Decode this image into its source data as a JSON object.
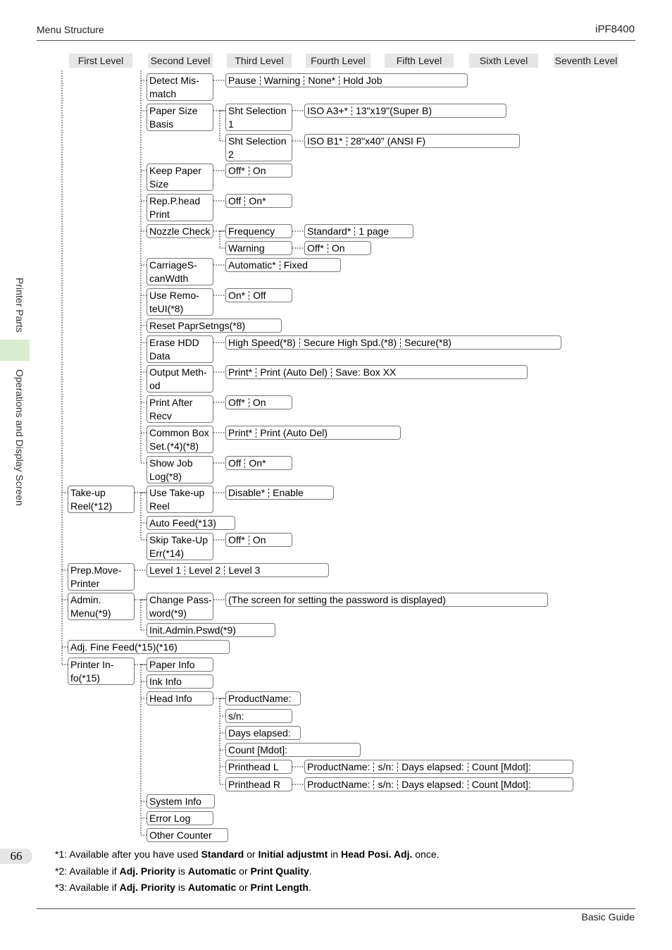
{
  "header": {
    "section": "Menu Structure",
    "model": "iPF8400"
  },
  "footer": {
    "page": "66",
    "guide": "Basic Guide"
  },
  "sidebar": {
    "printer_parts": "Printer Parts",
    "operations": "Operations and Display Screen"
  },
  "levels": [
    "First Level",
    "Second Level",
    "Third Level",
    "Fourth Level",
    "Fifth Level",
    "Sixth Level",
    "Seventh Level"
  ],
  "nodes": {
    "detect_mismatch": [
      "Detect Mis-",
      "match"
    ],
    "detect_mismatch_opts": [
      "Pause",
      "Warning",
      "None*",
      "Hold Job"
    ],
    "paper_size_basis": [
      "Paper Size",
      "Basis"
    ],
    "sht_sel_1": [
      "Sht Selection",
      "1"
    ],
    "sht_sel_1_opts": [
      "ISO A3+*",
      "13\"x19\"(Super B)"
    ],
    "sht_sel_2": [
      "Sht Selection",
      "2"
    ],
    "sht_sel_2_opts": [
      "ISO B1*",
      "28\"x40\" (ANSI F)"
    ],
    "keep_paper_size": [
      "Keep Paper",
      "Size"
    ],
    "keep_paper_size_opts": [
      "Off*",
      "On"
    ],
    "rep_phead": [
      "Rep.P.head",
      "Print"
    ],
    "rep_phead_opts": [
      "Off",
      "On*"
    ],
    "nozzle_check": [
      "Nozzle Check"
    ],
    "frequency": [
      "Frequency"
    ],
    "frequency_opts": [
      "Standard*",
      "1 page"
    ],
    "warning": [
      "Warning"
    ],
    "warning_opts": [
      "Off*",
      "On"
    ],
    "carriage": [
      "CarriageS-",
      "canWdth"
    ],
    "carriage_opts": [
      "Automatic*",
      "Fixed"
    ],
    "use_remote": [
      "Use Remo-",
      "teUI(*8)"
    ],
    "use_remote_opts": [
      "On*",
      "Off"
    ],
    "reset_papr": [
      "Reset PaprSetngs(*8)"
    ],
    "erase_hdd": [
      "Erase HDD",
      "Data"
    ],
    "erase_hdd_opts": [
      "High Speed(*8)",
      "Secure High Spd.(*8)",
      "Secure(*8)"
    ],
    "output_method": [
      "Output Meth-",
      "od"
    ],
    "output_method_opts": [
      "Print*",
      "Print (Auto Del)",
      "Save: Box XX"
    ],
    "print_after": [
      "Print After",
      "Recv"
    ],
    "print_after_opts": [
      "Off*",
      "On"
    ],
    "common_box": [
      "Common Box",
      "Set.(*4)(*8)"
    ],
    "common_box_opts": [
      "Print*",
      "Print (Auto Del)"
    ],
    "show_job_log": [
      "Show Job",
      "Log(*8)"
    ],
    "show_job_log_opts": [
      "Off",
      "On*"
    ],
    "take_up": [
      "Take-up",
      "Reel(*12)"
    ],
    "use_take_up": [
      "Use Take-up",
      "Reel"
    ],
    "use_take_up_opts": [
      "Disable*",
      "Enable"
    ],
    "auto_feed": [
      "Auto Feed(*13)"
    ],
    "skip_take_up": [
      "Skip Take-Up",
      "Err(*14)"
    ],
    "skip_take_up_opts": [
      "Off*",
      "On"
    ],
    "prep_move": [
      "Prep.Move-",
      "Printer"
    ],
    "prep_move_opts": [
      "Level 1",
      "Level 2",
      "Level 3"
    ],
    "admin_menu": [
      "Admin.",
      "Menu(*9)"
    ],
    "change_pass": [
      "Change Pass-",
      "word(*9)"
    ],
    "change_pass_opts": [
      "(The screen for setting the password is displayed)"
    ],
    "init_admin": [
      "Init.Admin.Pswd(*9)"
    ],
    "adj_fine_feed": [
      "Adj. Fine Feed(*15)(*16)"
    ],
    "printer_info": [
      "Printer In-",
      "fo(*15)"
    ],
    "paper_info": [
      "Paper Info"
    ],
    "ink_info": [
      "Ink Info"
    ],
    "head_info": [
      "Head Info"
    ],
    "product_name": [
      "ProductName:"
    ],
    "sn": [
      "s/n:"
    ],
    "days_elapsed": [
      "Days elapsed:"
    ],
    "count_mdot": [
      "Count [Mdot]:"
    ],
    "printhead_l": [
      "Printhead L"
    ],
    "printhead_l_opts": [
      "ProductName:",
      "s/n:",
      "Days elapsed:",
      "Count [Mdot]:"
    ],
    "printhead_r": [
      "Printhead R"
    ],
    "printhead_r_opts": [
      "ProductName:",
      "s/n:",
      "Days elapsed:",
      "Count [Mdot]:"
    ],
    "system_info": [
      "System Info"
    ],
    "error_log": [
      "Error Log"
    ],
    "other_counter": [
      "Other Counter"
    ]
  },
  "footnotes": [
    [
      [
        "*1: Available after you have used ",
        false
      ],
      [
        "Standard",
        true
      ],
      [
        " or ",
        false
      ],
      [
        "Initial adjustmt",
        true
      ],
      [
        " in ",
        false
      ],
      [
        "Head Posi. Adj.",
        true
      ],
      [
        " once.",
        false
      ]
    ],
    [
      [
        "*2: Available if ",
        false
      ],
      [
        "Adj. Priority",
        true
      ],
      [
        " is ",
        false
      ],
      [
        "Automatic",
        true
      ],
      [
        " or ",
        false
      ],
      [
        "Print Quality",
        true
      ],
      [
        ".",
        false
      ]
    ],
    [
      [
        "*3: Available if ",
        false
      ],
      [
        "Adj. Priority",
        true
      ],
      [
        " is ",
        false
      ],
      [
        "Automatic",
        true
      ],
      [
        " or ",
        false
      ],
      [
        "Print Length",
        true
      ],
      [
        ".",
        false
      ]
    ]
  ]
}
